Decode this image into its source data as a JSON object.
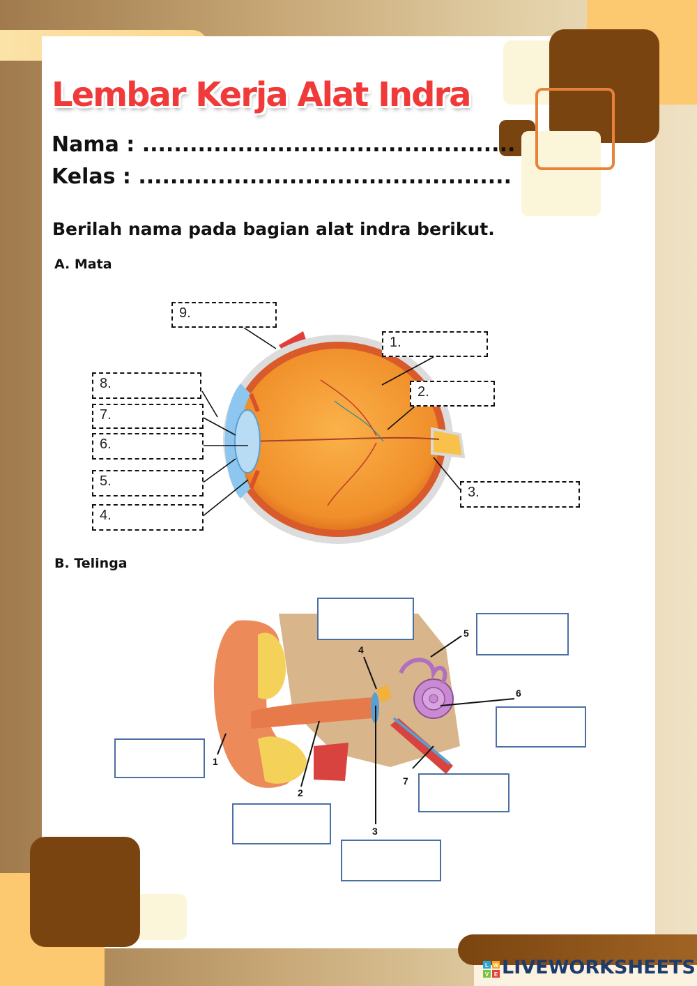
{
  "title": "Lembar Kerja Alat Indra",
  "fields": {
    "nama": "Nama : ...............................................",
    "kelas": "Kelas  : ..............................................."
  },
  "instruction": "Berilah nama pada bagian alat indra berikut.",
  "section_a": "A. Mata",
  "section_b": "B. Telinga",
  "eye_labels": [
    "1.",
    "2.",
    "3.",
    "4.",
    "5.",
    "6.",
    "7.",
    "8.",
    "9."
  ],
  "ear_labels": [
    "1",
    "2",
    "3",
    "4",
    "5",
    "6",
    "7"
  ],
  "brand": "LIVEWORKSHEETS",
  "brand_logo_letters": [
    "L",
    "W",
    "V",
    "E"
  ],
  "colors": {
    "title_red": "#f03a3a",
    "brown": "#7a4410",
    "orange_outline": "#e8823a",
    "cream": "#fbf6da",
    "yellow_accent": "#fbc96a",
    "brand_blue": "#1d3b6d"
  }
}
